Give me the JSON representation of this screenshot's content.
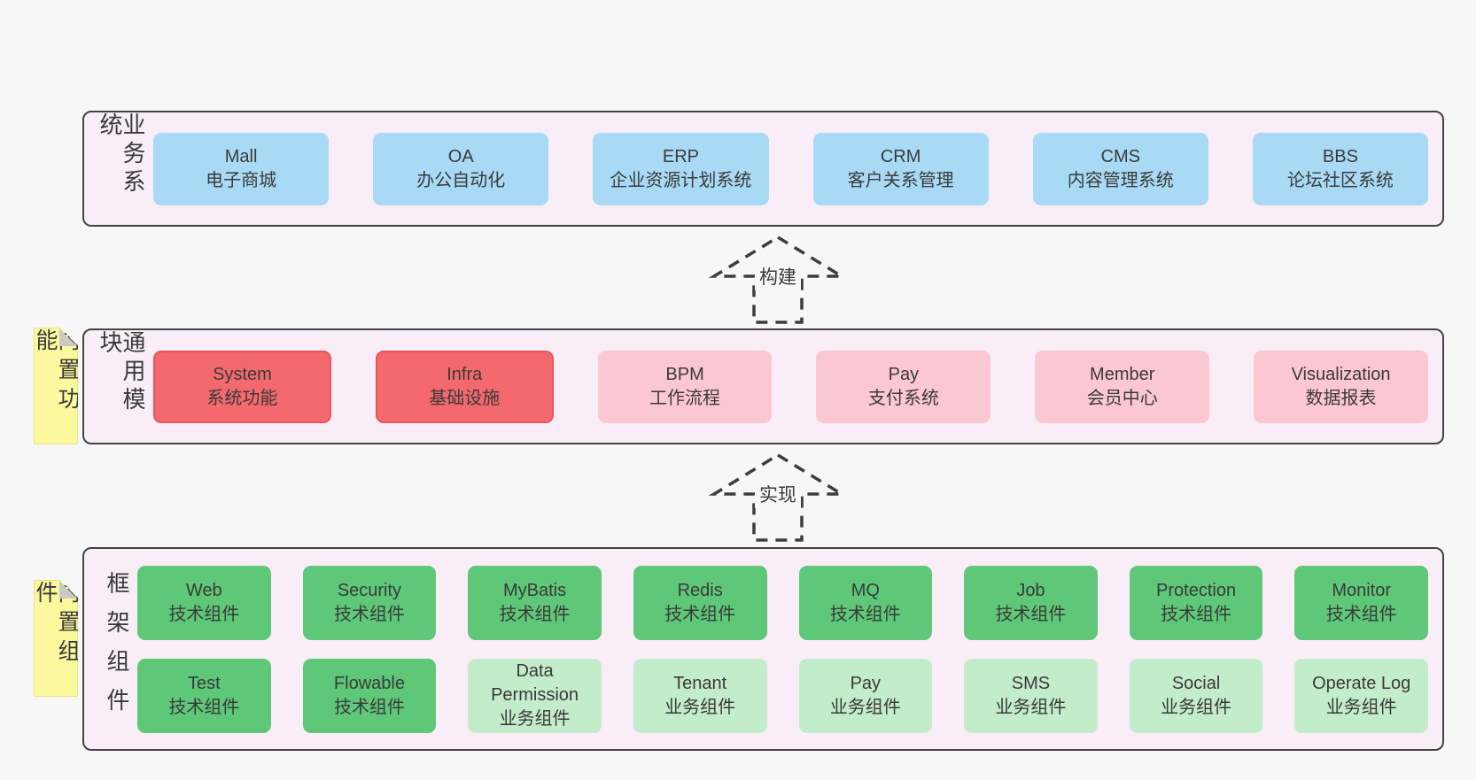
{
  "colors": {
    "page_bg": "#f7f7f7",
    "band_bg": "#f9eef7",
    "band_border": "#434343",
    "blue_box": "#a9daf5",
    "red_box": "#f3696e",
    "red_box_border": "#e8555c",
    "pink_box": "#fbc7d1",
    "green_dark_box": "#5ec878",
    "green_light_box": "#c3ecca",
    "sticky_bg": "#fbf99e",
    "sticky_fold": "#c9c9c9",
    "text": "#3a3a3a",
    "arrow": "#3d3d3d"
  },
  "bands": {
    "business": {
      "label": "业务系统",
      "boxes": [
        {
          "title": "Mall",
          "subtitle": "电子商城",
          "variant": "blue"
        },
        {
          "title": "OA",
          "subtitle": "办公自动化",
          "variant": "blue"
        },
        {
          "title": "ERP",
          "subtitle": "企业资源计划系统",
          "variant": "blue"
        },
        {
          "title": "CRM",
          "subtitle": "客户关系管理",
          "variant": "blue"
        },
        {
          "title": "CMS",
          "subtitle": "内容管理系统",
          "variant": "blue"
        },
        {
          "title": "BBS",
          "subtitle": "论坛社区系统",
          "variant": "blue"
        }
      ]
    },
    "modules": {
      "label": "通用模块",
      "sticky": "内置功能",
      "boxes": [
        {
          "title": "System",
          "subtitle": "系统功能",
          "variant": "red"
        },
        {
          "title": "Infra",
          "subtitle": "基础设施",
          "variant": "red"
        },
        {
          "title": "BPM",
          "subtitle": "工作流程",
          "variant": "pink"
        },
        {
          "title": "Pay",
          "subtitle": "支付系统",
          "variant": "pink"
        },
        {
          "title": "Member",
          "subtitle": "会员中心",
          "variant": "pink"
        },
        {
          "title": "Visualization",
          "subtitle": "数据报表",
          "variant": "pink"
        }
      ]
    },
    "components": {
      "label": "框架组件",
      "sticky": "内置组件",
      "row1": [
        {
          "title": "Web",
          "subtitle": "技术组件",
          "variant": "green-dark"
        },
        {
          "title": "Security",
          "subtitle": "技术组件",
          "variant": "green-dark"
        },
        {
          "title": "MyBatis",
          "subtitle": "技术组件",
          "variant": "green-dark"
        },
        {
          "title": "Redis",
          "subtitle": "技术组件",
          "variant": "green-dark"
        },
        {
          "title": "MQ",
          "subtitle": "技术组件",
          "variant": "green-dark"
        },
        {
          "title": "Job",
          "subtitle": "技术组件",
          "variant": "green-dark"
        },
        {
          "title": "Protection",
          "subtitle": "技术组件",
          "variant": "green-dark"
        },
        {
          "title": "Monitor",
          "subtitle": "技术组件",
          "variant": "green-dark"
        }
      ],
      "row2": [
        {
          "title": "Test",
          "subtitle": "技术组件",
          "variant": "green-dark"
        },
        {
          "title": "Flowable",
          "subtitle": "技术组件",
          "variant": "green-dark"
        },
        {
          "title": "Data Permission",
          "subtitle": "业务组件",
          "variant": "green-light"
        },
        {
          "title": "Tenant",
          "subtitle": "业务组件",
          "variant": "green-light"
        },
        {
          "title": "Pay",
          "subtitle": "业务组件",
          "variant": "green-light"
        },
        {
          "title": "SMS",
          "subtitle": "业务组件",
          "variant": "green-light"
        },
        {
          "title": "Social",
          "subtitle": "业务组件",
          "variant": "green-light"
        },
        {
          "title": "Operate Log",
          "subtitle": "业务组件",
          "variant": "green-light"
        }
      ]
    }
  },
  "arrows": [
    {
      "label": "构建"
    },
    {
      "label": "实现"
    }
  ]
}
